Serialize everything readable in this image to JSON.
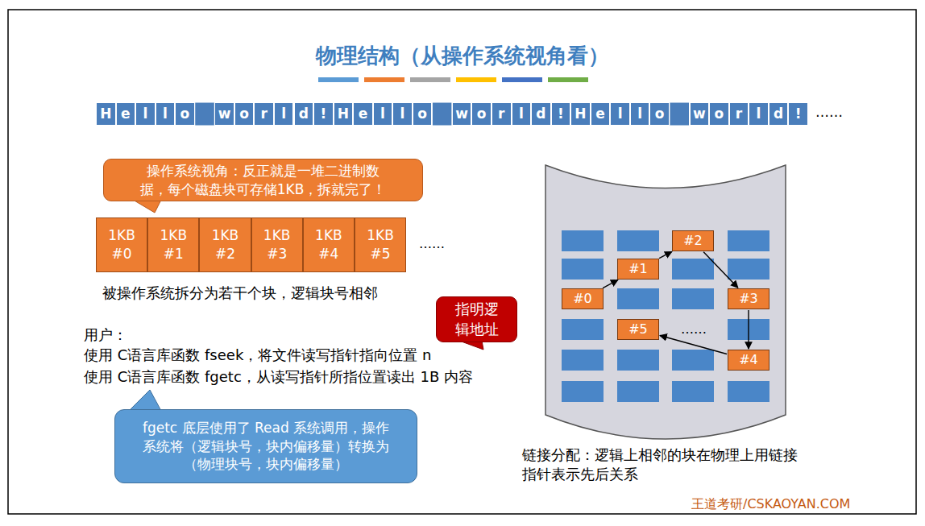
{
  "diagram": {
    "title": "物理结构（从操作系统视角看）",
    "nodes": [
      {
        "text": [
          "H"
        ]
      },
      {
        "text": [
          "e"
        ]
      },
      {
        "text": [
          "l"
        ]
      },
      {
        "text": [
          "l"
        ]
      },
      {
        "text": [
          "o"
        ]
      },
      {
        "text": [
          "w"
        ]
      },
      {
        "text": [
          "o"
        ]
      },
      {
        "text": [
          "r"
        ]
      },
      {
        "text": [
          "l"
        ]
      },
      {
        "text": [
          "d"
        ]
      },
      {
        "text": [
          "!"
        ]
      },
      {
        "text": [
          "H"
        ]
      },
      {
        "text": [
          "e"
        ]
      },
      {
        "text": [
          "l"
        ]
      },
      {
        "text": [
          "l"
        ]
      },
      {
        "text": [
          "o"
        ]
      },
      {
        "text": [
          "w"
        ]
      },
      {
        "text": [
          "o"
        ]
      },
      {
        "text": [
          "r"
        ]
      },
      {
        "text": [
          "l"
        ]
      },
      {
        "text": [
          "d"
        ]
      },
      {
        "text": [
          "!"
        ]
      },
      {
        "text": [
          "H"
        ]
      },
      {
        "text": [
          "e"
        ]
      },
      {
        "text": [
          "l"
        ]
      },
      {
        "text": [
          "l"
        ]
      },
      {
        "text": [
          "o"
        ]
      },
      {
        "text": [
          "w"
        ]
      },
      {
        "text": [
          "o"
        ]
      },
      {
        "text": [
          "r"
        ]
      },
      {
        "text": [
          "l"
        ]
      },
      {
        "text": [
          "d"
        ]
      },
      {
        "text": [
          "!"
        ]
      },
      {
        "text": [
          "操作系统视角：反正就是一堆二进制数据，每个磁盘块可存储1KB，拆就完了！"
        ]
      },
      {
        "text": [
          "1KB",
          "#0"
        ]
      },
      {
        "text": [
          "1KB",
          "#1"
        ]
      },
      {
        "text": [
          "1KB",
          "#2"
        ]
      },
      {
        "text": [
          "1KB",
          "#3"
        ]
      },
      {
        "text": [
          "1KB",
          "#4"
        ]
      },
      {
        "text": [
          "1KB",
          "#5"
        ]
      },
      {
        "text": [
          "指明逻辑地址"
        ]
      },
      {
        "text": [
          "fgetc 底层使用了 Read 系统调用，操作系统将（逻辑块号，块内偏移量）转换为（物理块号，块内偏移量）"
        ]
      },
      {
        "text": [
          "#0"
        ]
      },
      {
        "text": [
          "#1"
        ]
      },
      {
        "text": [
          "#2"
        ]
      },
      {
        "text": [
          "#3"
        ]
      },
      {
        "text": [
          "#4"
        ]
      },
      {
        "text": [
          "#5"
        ]
      }
    ],
    "edges": [
      {
        "from": 42,
        "to": 43,
        "arrow": "to"
      },
      {
        "from": 43,
        "to": 44,
        "arrow": "to"
      },
      {
        "from": 44,
        "to": 45,
        "arrow": "to"
      },
      {
        "from": 45,
        "to": 46,
        "arrow": "to"
      },
      {
        "from": 46,
        "to": 47,
        "arrow": "to"
      }
    ],
    "labels": [
      "……",
      "……",
      "被操作系统拆分为若干个块，逻辑块号相邻",
      "用户：",
      "使用 C语言库函数 fseek，将文件读写指针指向位置 n",
      "使用 C语言库函数 fgetc，从读写指针所指位置读出 1B 内容",
      "……",
      "链接分配：逻辑上相邻的块在物理上用链接指针表示先后关系",
      "王道考研/CSKAOYAN.COM"
    ]
  }
}
